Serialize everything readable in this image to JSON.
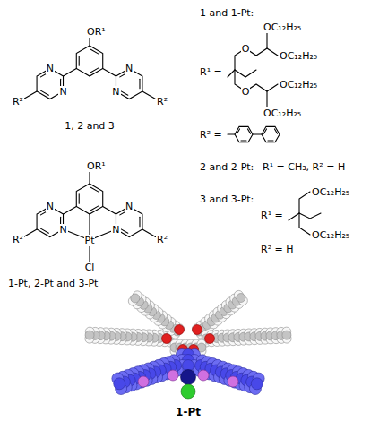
{
  "diagram": {
    "labels": [
      "OR¹",
      "N",
      "N",
      "N",
      "N",
      "R²",
      "R²",
      "1, 2 and 3",
      "1 and 1-Pt:",
      "OC₁₂H₂₅",
      "O",
      "OC₁₂H₂₅",
      "R¹ =",
      "OC₁₂H₂₅",
      "O",
      "OC₁₂H₂₅",
      "R² =",
      "2 and 2-Pt:",
      "R¹ = CH₃, R² = H",
      "3 and 3-Pt:",
      "OC₁₂H₂₅",
      "R¹ =",
      "OC₁₂H₂₅",
      "R² = H",
      "OR¹",
      "N",
      "N",
      "R²",
      "N",
      "Pt",
      "N",
      "R²",
      "Cl",
      "1-Pt, 2-Pt and 3-Pt",
      "1-Pt"
    ]
  }
}
